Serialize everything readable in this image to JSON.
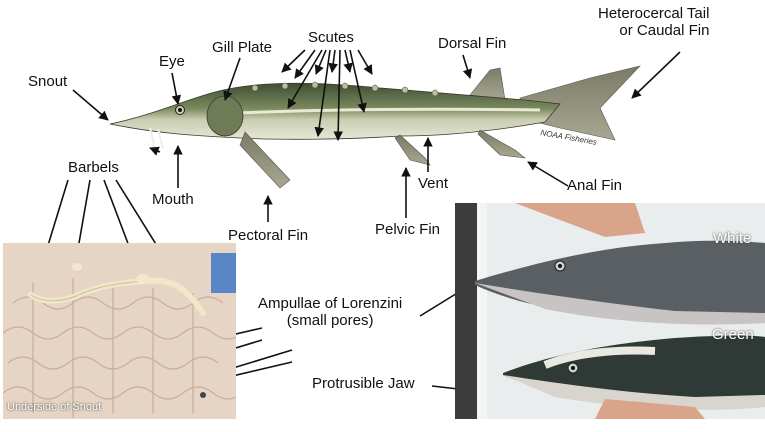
{
  "labels": {
    "heterocercal": "Heterocercal Tail\nor Caudal Fin",
    "scutes": "Scutes",
    "dorsal_fin": "Dorsal Fin",
    "gill_plate": "Gill Plate",
    "eye": "Eye",
    "snout": "Snout",
    "barbels": "Barbels",
    "mouth": "Mouth",
    "pectoral_fin": "Pectoral Fin",
    "pelvic_fin": "Pelvic Fin",
    "vent": "Vent",
    "anal_fin": "Anal Fin",
    "ampullae": "Ampullae of Lorenzini\n(small pores)",
    "protrusible_jaw": "Protrusible Jaw",
    "white": "White",
    "green": "Green",
    "underside": "Underside of Snout",
    "credit": "NOAA Fisheries"
  },
  "colors": {
    "arrow": "#111111",
    "fish_back": "#4a5a3c",
    "fish_belly": "#d8dcc4",
    "fin": "#8e8e78",
    "snout_photo_bg": "#e8d8c8",
    "pores": "#caa89a"
  }
}
